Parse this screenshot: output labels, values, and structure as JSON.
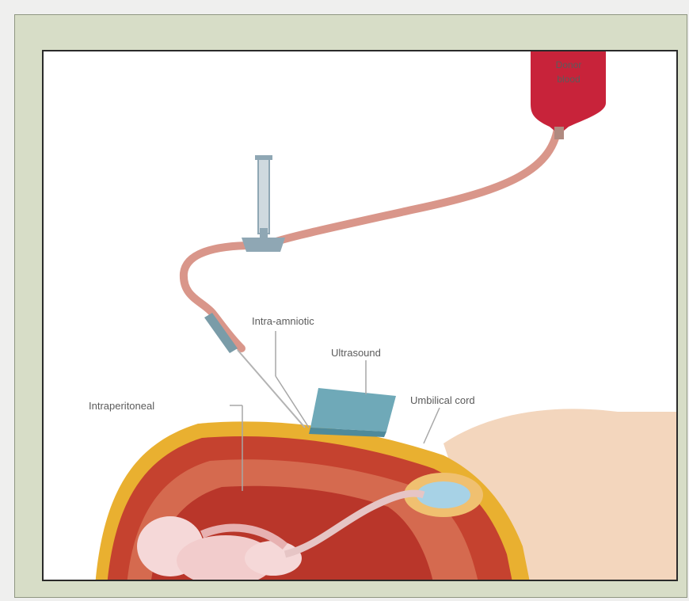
{
  "figure": {
    "bag_label_line1": "Donor",
    "bag_label_line2": "blood",
    "labels": {
      "intra_amniotic": "Intra-amniotic",
      "ultrasound": "Ultrasound",
      "intraperitoneal": "Intraperitoneal",
      "umbilical_cord": "Umbilical cord"
    }
  },
  "colors": {
    "frame_bg": "#d7ddc7",
    "panel_bg": "#ffffff",
    "blood_bag": "#c8233a",
    "tubing": "#d9968a",
    "syringe": "#8fa7b4",
    "probe": "#6fa9b8",
    "skin": "#f1c9a3",
    "uterus_wall": "#c5422f",
    "fat_layer": "#e9b030",
    "fetus": "#f5d8d8",
    "placenta": "#a7d2e6"
  }
}
